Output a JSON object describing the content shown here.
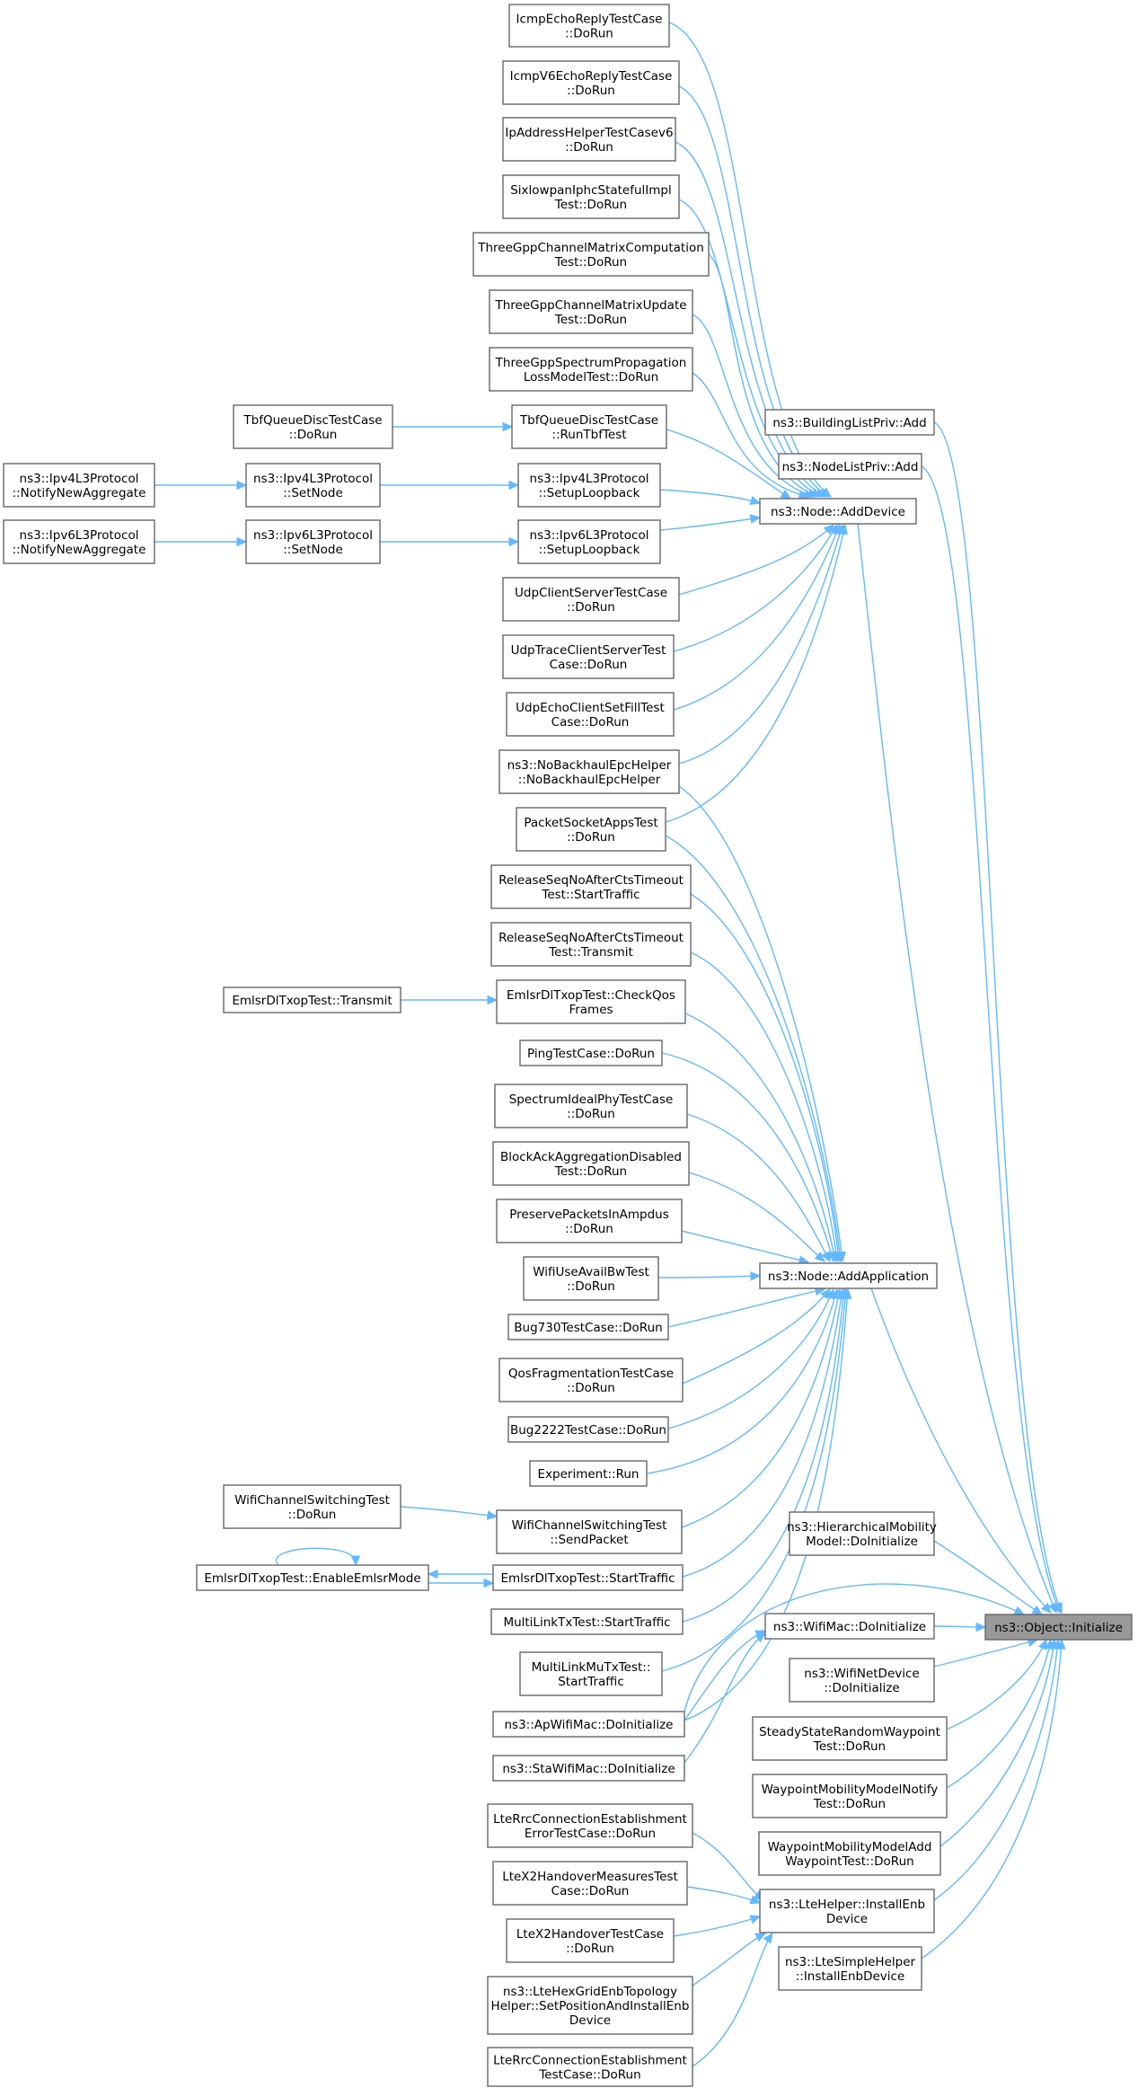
{
  "title": "ns3::Object::Initialize caller graph",
  "nodes": {
    "initialize": [
      "ns3::Object::Initialize"
    ],
    "addDevice": [
      "ns3::Node::AddDevice"
    ],
    "addApp": [
      "ns3::Node::AddApplication"
    ],
    "bld": [
      "ns3::BuildingListPriv::Add"
    ],
    "nlp": [
      "ns3::NodeListPriv::Add"
    ],
    "icmpEcho": [
      "IcmpEchoReplyTestCase",
      "::DoRun"
    ],
    "icmpV6": [
      "IcmpV6EchoReplyTestCase",
      "::DoRun"
    ],
    "ipAddr": [
      "IpAddressHelperTestCasev6",
      "::DoRun"
    ],
    "sixlow": [
      "SixlowpanIphcStatefulImpl",
      "Test::DoRun"
    ],
    "tgppComp": [
      "ThreeGppChannelMatrixComputation",
      "Test::DoRun"
    ],
    "tgppUpd": [
      "ThreeGppChannelMatrixUpdate",
      "Test::DoRun"
    ],
    "tgppSpec": [
      "ThreeGppSpectrumPropagation",
      "LossModelTest::DoRun"
    ],
    "tbfRun": [
      "TbfQueueDiscTestCase",
      "::DoRun"
    ],
    "tbfTest": [
      "TbfQueueDiscTestCase",
      "::RunTbfTest"
    ],
    "ipv4Notify": [
      "ns3::Ipv4L3Protocol",
      "::NotifyNewAggregate"
    ],
    "ipv4SetNode": [
      "ns3::Ipv4L3Protocol",
      "::SetNode"
    ],
    "ipv4Loop": [
      "ns3::Ipv4L3Protocol",
      "::SetupLoopback"
    ],
    "ipv6Notify": [
      "ns3::Ipv6L3Protocol",
      "::NotifyNewAggregate"
    ],
    "ipv6SetNode": [
      "ns3::Ipv6L3Protocol",
      "::SetNode"
    ],
    "ipv6Loop": [
      "ns3::Ipv6L3Protocol",
      "::SetupLoopback"
    ],
    "udpCS": [
      "UdpClientServerTestCase",
      "::DoRun"
    ],
    "udpTrace": [
      "UdpTraceClientServerTest",
      "Case::DoRun"
    ],
    "udpEcho": [
      "UdpEchoClientSetFillTest",
      "Case::DoRun"
    ],
    "noBack": [
      "ns3::NoBackhaulEpcHelper",
      "::NoBackhaulEpcHelper"
    ],
    "pktSock": [
      "PacketSocketAppsTest",
      "::DoRun"
    ],
    "relStart": [
      "ReleaseSeqNoAfterCtsTimeout",
      "Test::StartTraffic"
    ],
    "relTx": [
      "ReleaseSeqNoAfterCtsTimeout",
      "Test::Transmit"
    ],
    "emlTx": [
      "EmlsrDlTxopTest::Transmit"
    ],
    "emlCheck": [
      "EmlsrDlTxopTest::CheckQos",
      "Frames"
    ],
    "ping": [
      "PingTestCase::DoRun"
    ],
    "specIdeal": [
      "SpectrumIdealPhyTestCase",
      "::DoRun"
    ],
    "blockAck": [
      "BlockAckAggregationDisabled",
      "Test::DoRun"
    ],
    "preserve": [
      "PreservePacketsInAmpdus",
      "::DoRun"
    ],
    "wifiAvail": [
      "WifiUseAvailBwTest",
      "::DoRun"
    ],
    "bug730": [
      "Bug730TestCase::DoRun"
    ],
    "qosFrag": [
      "QosFragmentationTestCase",
      "::DoRun"
    ],
    "bug2222": [
      "Bug2222TestCase::DoRun"
    ],
    "experiment": [
      "Experiment::Run"
    ],
    "wcsRun": [
      "WifiChannelSwitchingTest",
      "::DoRun"
    ],
    "wcsSend": [
      "WifiChannelSwitchingTest",
      "::SendPacket"
    ],
    "emlEnable": [
      "EmlsrDlTxopTest::EnableEmlsrMode"
    ],
    "emlStart": [
      "EmlsrDlTxopTest::StartTraffic"
    ],
    "multiLink": [
      "MultiLinkTxTest::StartTraffic"
    ],
    "multiMu": [
      "MultiLinkMuTxTest::",
      "StartTraffic"
    ],
    "apWifi": [
      "ns3::ApWifiMac::DoInitialize"
    ],
    "staWifi": [
      "ns3::StaWifiMac::DoInitialize"
    ],
    "wifiMac": [
      "ns3::WifiMac::DoInitialize"
    ],
    "hierMob": [
      "ns3::HierarchicalMobility",
      "Model::DoInitialize"
    ],
    "wifiNet": [
      "ns3::WifiNetDevice",
      "::DoInitialize"
    ],
    "steady": [
      "SteadyStateRandomWaypoint",
      "Test::DoRun"
    ],
    "wpNotify": [
      "WaypointMobilityModelNotify",
      "Test::DoRun"
    ],
    "wpAdd": [
      "WaypointMobilityModelAdd",
      "WaypointTest::DoRun"
    ],
    "lteInstall": [
      "ns3::LteHelper::InstallEnb",
      "Device"
    ],
    "lteSimple": [
      "ns3::LteSimpleHelper",
      "::InstallEnbDevice"
    ],
    "lteRrcErr": [
      "LteRrcConnectionEstablishment",
      "ErrorTestCase::DoRun"
    ],
    "lteX2Meas": [
      "LteX2HandoverMeasuresTest",
      "Case::DoRun"
    ],
    "lteX2": [
      "LteX2HandoverTestCase",
      "::DoRun"
    ],
    "lteHex": [
      "ns3::LteHexGridEnbTopology",
      "Helper::SetPositionAndInstallEnb",
      "Device"
    ],
    "lteRrc": [
      "LteRrcConnectionEstablishment",
      "TestCase::DoRun"
    ]
  },
  "colors": {
    "edge": "#63b8ff",
    "node_border": "#666666",
    "node_fill": "#ffffff",
    "focus_fill": "#999999",
    "text": "#000000"
  }
}
